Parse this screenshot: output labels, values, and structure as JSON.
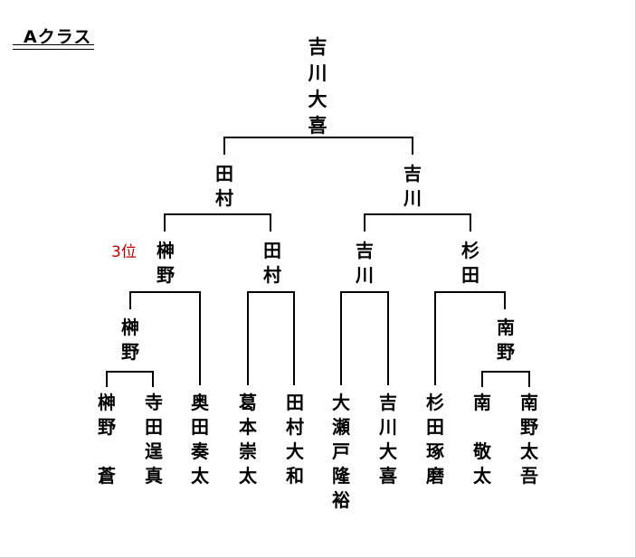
{
  "title": "Aクラス",
  "champion": "吉川大喜",
  "final": {
    "left": "田村",
    "right": "吉川"
  },
  "semifinal": {
    "sakakino": "榊野",
    "tamura": "田村",
    "yoshikawa": "吉川",
    "sugita": "杉田"
  },
  "third_place_label": "3位",
  "quarterfinal": {
    "sakakino": "榊野",
    "minamino": "南野"
  },
  "players": [
    {
      "name": "榊野　蒼"
    },
    {
      "name": "寺田逞真"
    },
    {
      "name": "奥田奏太"
    },
    {
      "name": "葛本崇太"
    },
    {
      "name": "田村大和"
    },
    {
      "name": "大瀬戸隆裕"
    },
    {
      "name": "吉川大喜"
    },
    {
      "name": "杉田琢磨"
    },
    {
      "name": "南　敬太"
    },
    {
      "name": "南野太吾"
    }
  ],
  "colors": {
    "rank_label": "#c00000",
    "line": "#000000"
  }
}
